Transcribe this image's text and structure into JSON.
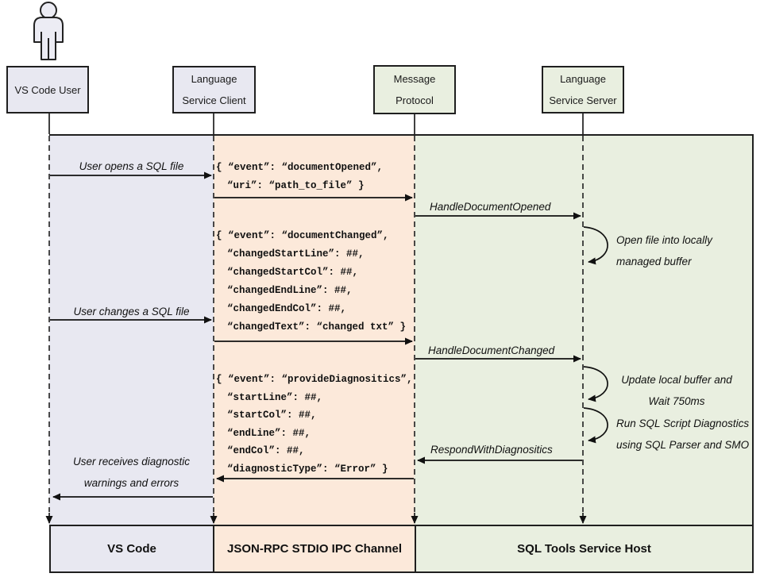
{
  "actors": {
    "user": {
      "label": "VS Code User"
    },
    "client": {
      "line1": "Language",
      "line2": "Service Client"
    },
    "protocol": {
      "line1": "Message",
      "line2": "Protocol"
    },
    "server": {
      "line1": "Language",
      "line2": "Service Server"
    }
  },
  "messages": {
    "open_file": "User opens a SQL file",
    "change_file": "User changes a SQL file",
    "receive_line1": "User receives diagnostic",
    "receive_line2": "warnings and errors",
    "handle_opened": "HandleDocumentOpened",
    "handle_changed": "HandleDocumentChanged",
    "respond_diag": "RespondWithDiagnositics"
  },
  "notes": {
    "open_buffer_line1": "Open file into locally",
    "open_buffer_line2": "managed buffer",
    "update_wait_line1": "Update local buffer and",
    "update_wait_line2": "Wait 750ms",
    "run_diag_line1": "Run SQL Script Diagnostics",
    "run_diag_line2": "using SQL Parser and SMO"
  },
  "payloads": {
    "doc_opened": [
      "{ “event”: “documentOpened”,",
      "“uri”: “path_to_file” }"
    ],
    "doc_changed": [
      "{ “event”: “documentChanged”,",
      "“changedStartLine”: ##,",
      "“changedStartCol”: ##,",
      "“changedEndLine”: ##,",
      "“changedEndCol”: ##,",
      "“changedText”: “changed txt” }"
    ],
    "provide_diag": [
      "{ “event”: “provideDiagnositics”,",
      "“startLine”: ##,",
      "“startCol”: ##,",
      "“endLine”: ##,",
      "“endCol”: ##,",
      "“diagnosticType”: “Error” }"
    ]
  },
  "footer": {
    "vscode": "VS Code",
    "ipc": "JSON-RPC STDIO IPC Channel",
    "host": "SQL Tools Service Host"
  },
  "colors": {
    "lavender": "#e8e8f1",
    "peach": "#fce9da",
    "green": "#e9efe0",
    "line": "#1f1f1f"
  }
}
